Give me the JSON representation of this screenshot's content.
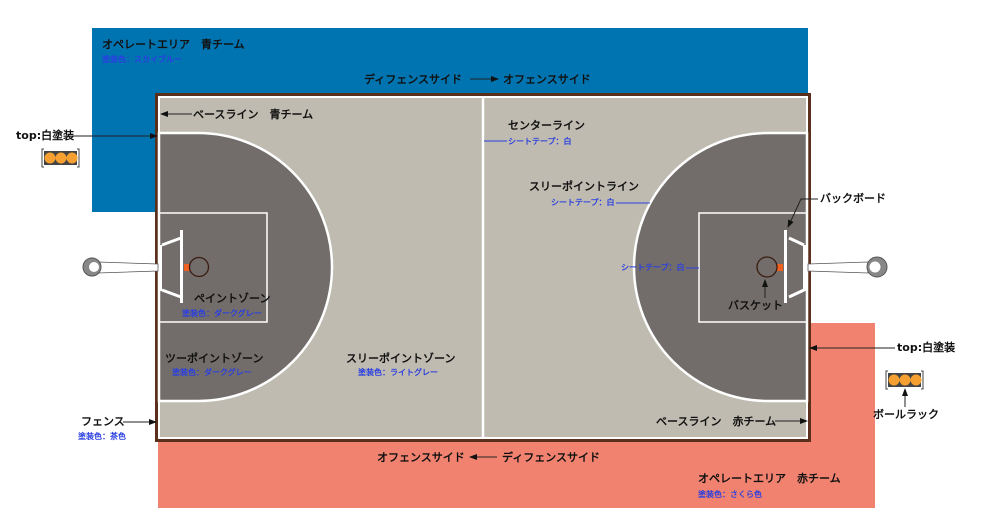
{
  "colors": {
    "blue_area": "#0074b0",
    "red_area": "#f28270",
    "floor": "#bfbbb0",
    "dark_zone": "#726d6a",
    "fence": "#5a301c",
    "label_blue": "#2a3fe0",
    "ball": "#f5a030",
    "hoop_accent": "#f06020"
  },
  "blue_area": {
    "title": "オペレートエリア　青チーム",
    "paint": "塗装色：スカイブルー"
  },
  "red_area": {
    "title": "オペレートエリア　赤チーム",
    "paint": "塗装色：さくら色"
  },
  "top_direction": {
    "from": "ディフェンスサイド",
    "to": "オフェンスサイド"
  },
  "bottom_direction": {
    "to": "オフェンスサイド",
    "from": "ディフェンスサイド"
  },
  "baseline_blue": "ベースライン　青チーム",
  "baseline_red": "ベースライン　赤チーム",
  "top_paint_left": "top:白塗装",
  "top_paint_right": "top:白塗装",
  "center_line": {
    "title": "センターライン",
    "tape": "シートテープ：白"
  },
  "three_point_line": {
    "title": "スリーポイントライン",
    "tape": "シートテープ：白"
  },
  "paint_line_tape": "シートテープ：白",
  "backboard": "バックボード",
  "basket": "バスケット",
  "paint_zone": {
    "title": "ペイントゾーン",
    "paint": "塗装色：ダークグレー"
  },
  "two_point_zone": {
    "title": "ツーポイントゾーン",
    "paint": "塗装色：ダークグレー"
  },
  "three_point_zone": {
    "title": "スリーポイントゾーン",
    "paint": "塗装色：ライトグレー"
  },
  "fence": {
    "title": "フェンス",
    "paint": "塗装色：茶色"
  },
  "ball_rack": "ボールラック"
}
